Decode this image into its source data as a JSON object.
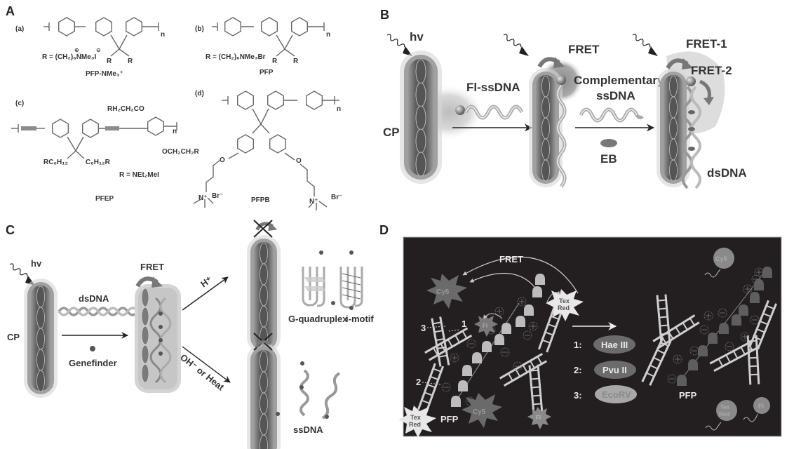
{
  "panels": {
    "A": {
      "label": "A",
      "items": [
        {
          "tag": "(a)",
          "r_def": "R = (CH₂)₆N̅Me₃I",
          "r_def_plain": "R = (CH2)6NMe3I",
          "name": "PFP-NMe₃⁺",
          "sub_r": "R"
        },
        {
          "tag": "(b)",
          "r_def": "R = (CH₂)₆NMe₃Br",
          "name": "PFP",
          "sub_r": "R"
        },
        {
          "tag": "(c)",
          "top_sub": "RH₂CH₂CO",
          "bottom_sub": "OCH₂CH₂R",
          "left_chain": "RC₆H₁₂",
          "right_chain": "C₆H₁₂R",
          "r_def": "R = NEt₂MeI",
          "name": "PFEP"
        },
        {
          "tag": "(d)",
          "o_label": "O",
          "n_label": "N⁺",
          "counter_ion": "Br⁻",
          "name": "PFPB"
        }
      ],
      "n": "n",
      "plus": "⊕",
      "minus": "⊖"
    },
    "B": {
      "label": "B",
      "hv": "hv",
      "cp": "CP",
      "fl_ssdna": "Fl-ssDNA",
      "fret": "FRET",
      "complementary": "Complementary",
      "ssdna": "ssDNA",
      "eb": "EB",
      "fret1": "FRET-1",
      "fret2": "FRET-2",
      "dsdna": "dsDNA"
    },
    "C": {
      "label": "C",
      "hv": "hv",
      "cp": "CP",
      "dsdna": "dsDNA",
      "genefinder": "Genefinder",
      "fret": "FRET",
      "h_plus": "H⁺",
      "oh_heat": "OH⁻ or Heat",
      "gquad": "G-quadruplex",
      "imotif": "i-motif",
      "ssdna": "ssDNA"
    },
    "D": {
      "label": "D",
      "fret": "FRET",
      "pfp_left": "PFP",
      "pfp_right": "PFP",
      "cy5": "Cy5",
      "texred": [
        "Tex",
        "Red"
      ],
      "fl": "Fl",
      "site_labels": [
        "1",
        "2",
        "3"
      ],
      "enzymes": [
        {
          "num": "1:",
          "name": "Hae III"
        },
        {
          "num": "2:",
          "name": "Pvu II"
        },
        {
          "num": "3:",
          "name": "EcoRV"
        }
      ],
      "colors": {
        "background": "#231f20",
        "enzyme_dark": "#6b6b6b",
        "enzyme_light": "#a8a8a8"
      }
    }
  }
}
